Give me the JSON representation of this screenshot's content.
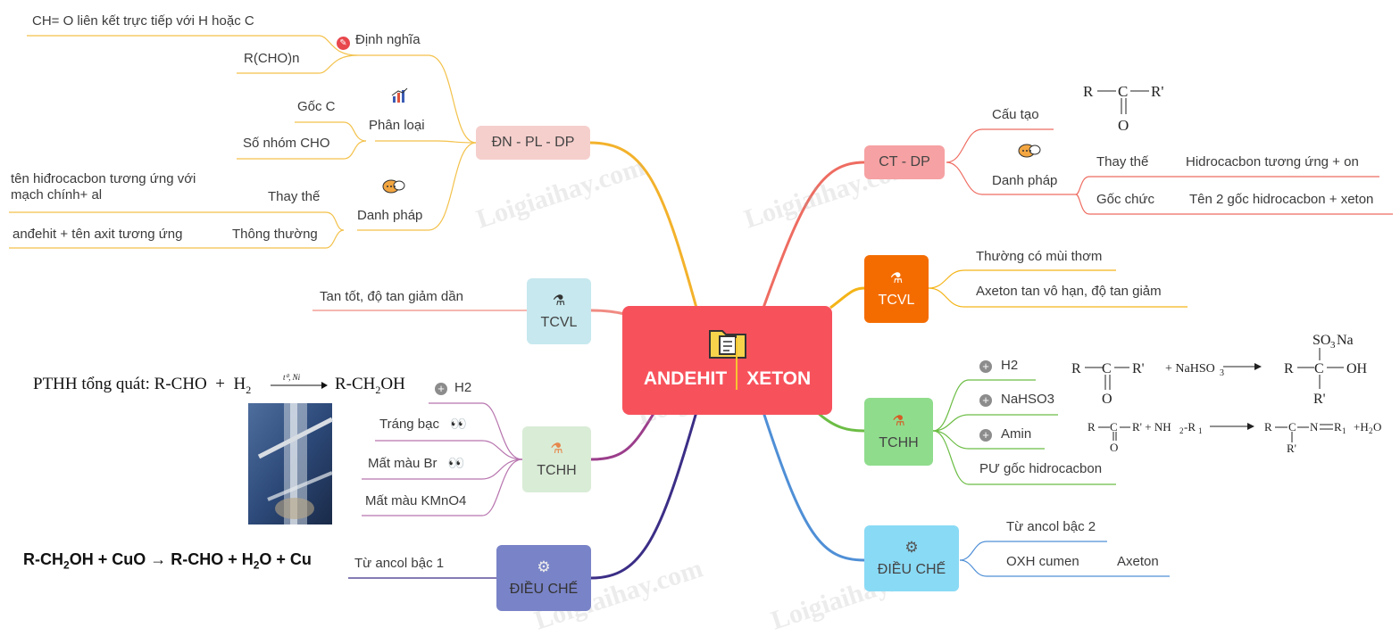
{
  "center": {
    "title_left": "ANDEHIT",
    "title_right": "XETON"
  },
  "left": {
    "dn": {
      "label": "ĐN - PL - DP",
      "dinh_nghia": "Định nghĩa",
      "def1": "CH= O liên kết trực tiếp với H hoặc C",
      "def2": "R(CHO)n",
      "phan_loai": "Phân loại",
      "pl1": "Gốc C",
      "pl2": "Số nhóm CHO",
      "danh_phap": "Danh pháp",
      "thay_the": "Thay thế",
      "thay_the_desc": "tên hiđrocacbon tương ứng với mạch chính+ al",
      "thong_thuong": "Thông thường",
      "thong_thuong_desc": "anđehit + tên axit tương ứng"
    },
    "tcvl": {
      "label": "TCVL",
      "item": "Tan tốt, độ tan giảm dần"
    },
    "tchh": {
      "label": "TCHH",
      "items": [
        "H2",
        "Tráng bạc",
        "Mất màu Br",
        "Mất màu KMnO4"
      ],
      "pthh_prefix": "PTHH tổng quát:",
      "cond": "t⁰, Ni"
    },
    "dieu_che": {
      "label": "ĐIỀU CHẾ",
      "item": "Từ ancol bậc 1"
    }
  },
  "right": {
    "ct": {
      "label": "CT - DP",
      "cau_tao": "Cấu tạo",
      "danh_phap": "Danh pháp",
      "thay_the": "Thay thế",
      "thay_the_desc": "Hidrocacbon tương ứng + on",
      "goc_chuc": "Gốc chức",
      "goc_chuc_desc": "Tên 2 gốc hidrocacbon + xeton"
    },
    "tcvl": {
      "label": "TCVL",
      "items": [
        "Thường có mùi thơm",
        "Axeton tan vô hạn, độ tan giảm"
      ]
    },
    "tchh": {
      "label": "TCHH",
      "items": [
        "H2",
        "NaHSO3",
        "Amin",
        "PƯ gốc hidrocacbon"
      ]
    },
    "dieu_che": {
      "label": "ĐIỀU CHẾ",
      "item1": "Từ ancol bậc 2",
      "item2": "OXH cumen",
      "item2_product": "Axeton"
    }
  },
  "watermark": "Loigiaihay.com",
  "colors": {
    "center": "#f7525c",
    "dn": "#f5cfcc",
    "ct": "#f6a1a3",
    "tcvl_left": "#c6e8ee",
    "tcvl_right": "#f46c00",
    "tchh_left": "#d9ecd6",
    "tchh_right": "#8fdc8d",
    "dc_left": "#7983c7",
    "dc_right": "#89daf5",
    "line_dn": "#f3b22b",
    "line_ct": "#ee6c61",
    "line_tcvl_l": "#f08b82",
    "line_tcvl_r": "#f4b418",
    "line_tchh_l": "#9b3e8b",
    "line_tchh_r": "#6cbd45",
    "line_dc_l": "#3b2e86",
    "line_dc_r": "#4f8fd6"
  }
}
